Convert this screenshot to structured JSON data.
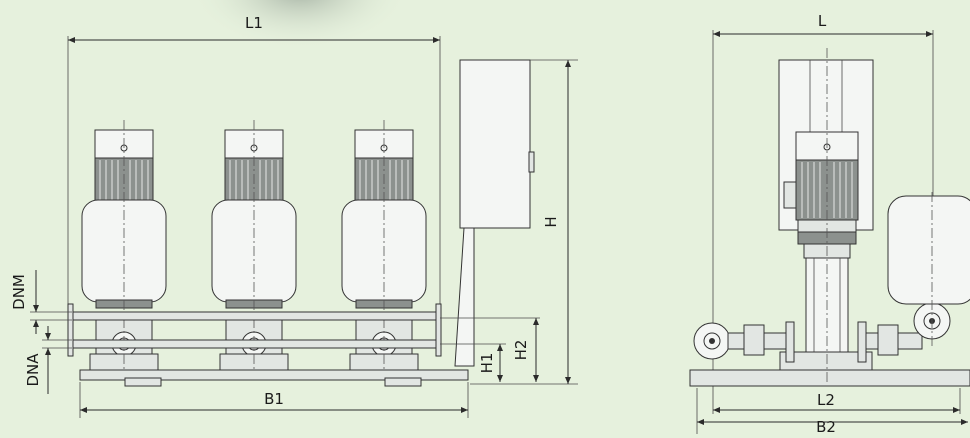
{
  "colors": {
    "background": "#e6f1dd",
    "line": "#2b2b2b",
    "equipment": "#f4f6f4"
  },
  "front_view": {
    "dimensions": {
      "L1": "L1",
      "B1": "B1",
      "H": "H",
      "H1": "H1",
      "H2": "H2",
      "DNM": "DNM",
      "DNA": "DNA"
    }
  },
  "side_view": {
    "dimensions": {
      "L": "L",
      "L2": "L2",
      "B2": "B2"
    }
  }
}
